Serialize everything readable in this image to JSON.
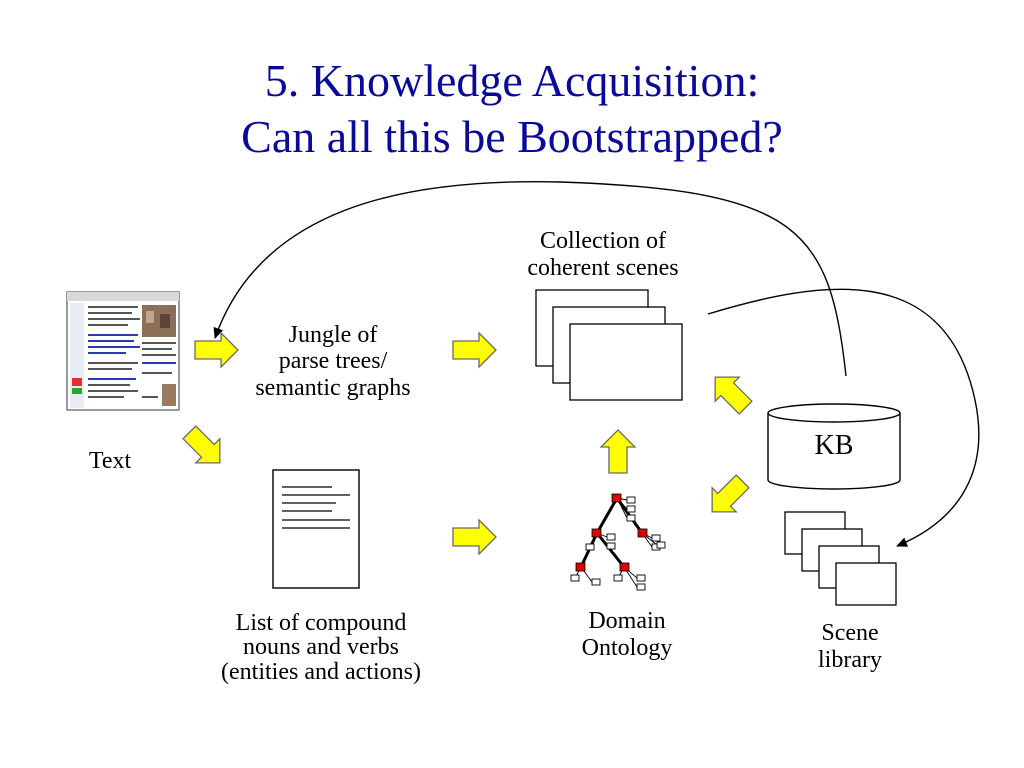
{
  "title": {
    "line1": "5. Knowledge Acquisition:",
    "line2": "Can all this be Bootstrapped?"
  },
  "labels": {
    "text": "Text",
    "jungle": [
      "Jungle of",
      "parse trees/",
      "semantic graphs"
    ],
    "collection": [
      "Collection of",
      "coherent scenes"
    ],
    "kb": "KB",
    "list": [
      "List of compound",
      "nouns and verbs",
      "(entities and actions)"
    ],
    "ontology": [
      "Domain",
      "Ontology"
    ],
    "scene_library": [
      "Scene",
      "library"
    ]
  },
  "colors": {
    "title": "#0a0a9a",
    "arrow_fill": "#ffff00",
    "ontology_node": "#e00000"
  }
}
